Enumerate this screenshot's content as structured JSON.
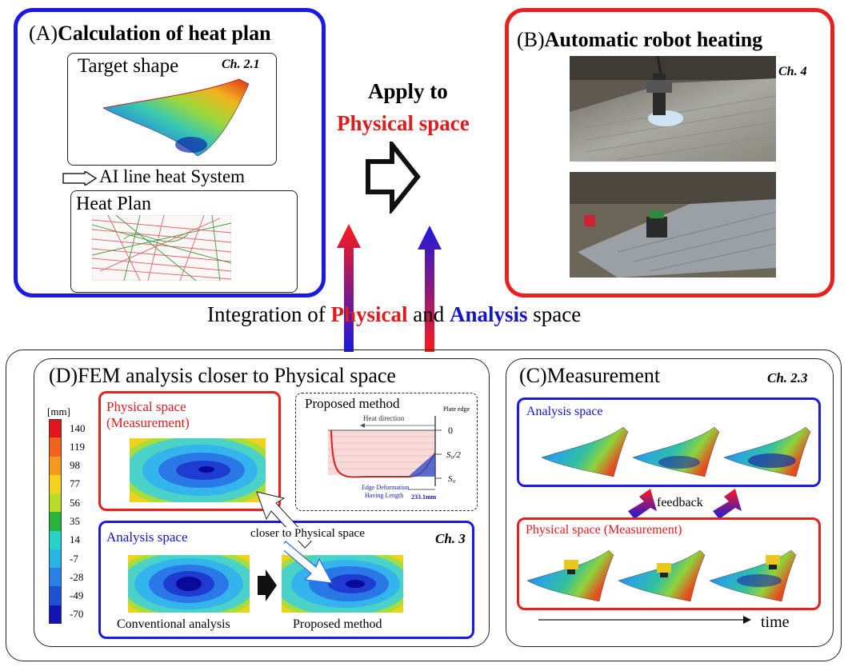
{
  "panel_a": {
    "prefix": "(A)",
    "title": "Calculation of heat plan",
    "target_label": "Target shape",
    "ch": "Ch. 2.1",
    "ai_label": "AI line heat System",
    "heat_plan_label": "Heat Plan"
  },
  "panel_b": {
    "prefix": "(B)",
    "title": "Automatic robot heating",
    "ch": "Ch. 4"
  },
  "apply": {
    "line1": "Apply to",
    "line2": "Physical space"
  },
  "integration": {
    "part1": "Integration of ",
    "physical": "Physical",
    "and": " and ",
    "analysis": "Analysis",
    "space": " space"
  },
  "panel_d": {
    "title": "(D)FEM analysis closer to Physical space",
    "unit": "[mm]",
    "legend_values": [
      "140",
      "119",
      "98",
      "77",
      "56",
      "35",
      "14",
      "-7",
      "-28",
      "-49",
      "-70"
    ],
    "legend_colors": [
      "#e4141c",
      "#f0641e",
      "#f59a1e",
      "#f5d21e",
      "#b9dc28",
      "#28b43c",
      "#28d2c8",
      "#28b4e6",
      "#2882e6",
      "#1e50d2",
      "#1414b4"
    ],
    "physical_line1": "Physical space",
    "physical_line2": "(Measurement)",
    "proposed_title": "Proposed method",
    "heat_direction": "Heat direction",
    "plate_edge": "Plate edge",
    "edge_def_line1": "Edge Deformation",
    "edge_def_line2": "Having Length",
    "length_value": "233.1mm",
    "y0": "0",
    "y_half": "S₀/2",
    "y_s0": "S₀",
    "analysis_label": "Analysis space",
    "closer_label": "closer to Physical space",
    "ch": "Ch. 3",
    "conventional": "Conventional analysis",
    "proposed": "Proposed method"
  },
  "panel_c": {
    "title": "(C)Measurement",
    "ch": "Ch. 2.3",
    "analysis_label": "Analysis space",
    "feedback": "feedback",
    "physical_label": "Physical space (Measurement)",
    "time": "time"
  }
}
